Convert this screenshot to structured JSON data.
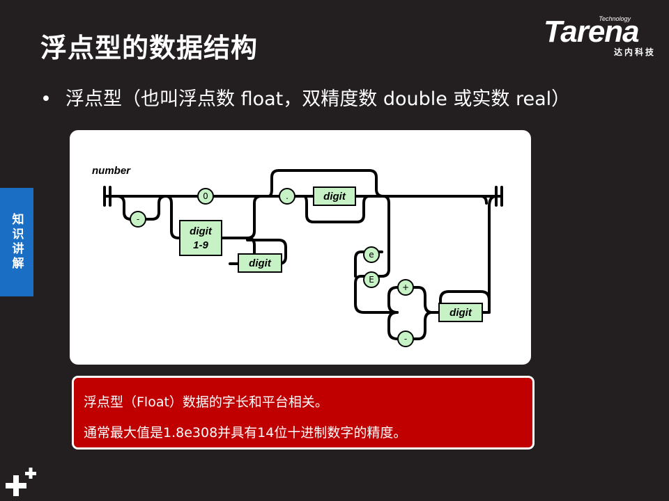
{
  "slide": {
    "title": "浮点型的数据结构",
    "bullet": "浮点型（也叫浮点数 float，双精度数 double 或实数 real）",
    "side_tab": "知识讲解",
    "logo": {
      "tech": "Technology",
      "main": "Tarena",
      "sub": "达内科技"
    }
  },
  "diagram": {
    "name_label": "number",
    "nodes": {
      "minus": "-",
      "zero": "0",
      "digit_1_9_line1": "digit",
      "digit_1_9_line2": "1-9",
      "digit_a": "digit",
      "dot": ".",
      "digit_frac": "digit",
      "e_lower": "e",
      "e_upper": "E",
      "plus": "+",
      "minus_exp": "-",
      "digit_exp": "digit"
    }
  },
  "callout": {
    "line1": "浮点型（Float）数据的字长和平台相关。",
    "line2": "通常最大值是1.8e308并具有14位十进制数字的精度。"
  }
}
